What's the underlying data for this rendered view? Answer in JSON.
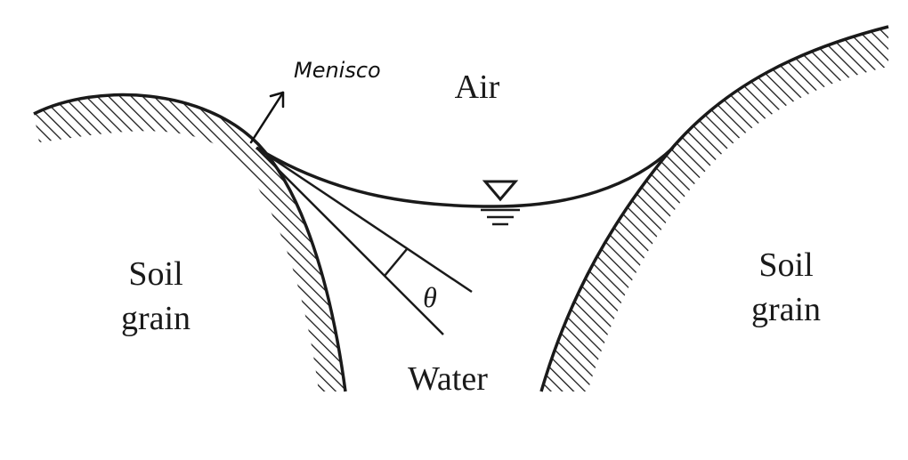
{
  "labels": {
    "menisco": "Menisco",
    "air": "Air",
    "soil_left_line1": "Soil",
    "soil_left_line2": "grain",
    "soil_right_line1": "Soil",
    "soil_right_line2": "grain",
    "water": "Water",
    "theta": "θ"
  },
  "icons": {
    "water_level": "water-level-triangle-icon",
    "arrow": "arrow-icon"
  },
  "colors": {
    "ink": "#1a1a1a",
    "background": "#ffffff"
  }
}
